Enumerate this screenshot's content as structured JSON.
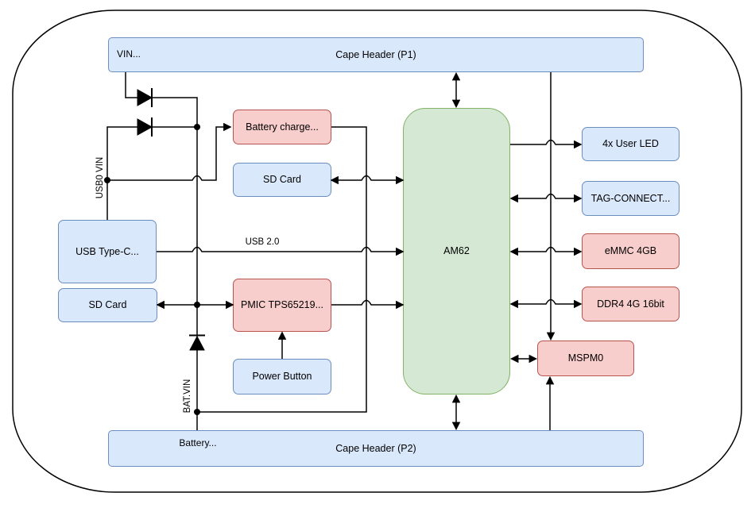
{
  "blocks": {
    "cape_header_p1": {
      "label": "Cape Header (P1)",
      "pin_label": "VIN...",
      "color": "blue"
    },
    "battery_charger": {
      "label": "Battery charge...",
      "color": "red"
    },
    "sd_card_upper": {
      "label": "SD Card",
      "color": "blue"
    },
    "usb_type_c": {
      "label": "USB Type-C...",
      "color": "blue"
    },
    "sd_card_left": {
      "label": "SD Card",
      "color": "blue"
    },
    "pmic": {
      "label": "PMIC TPS65219...",
      "color": "red"
    },
    "power_button": {
      "label": "Power Button",
      "color": "blue"
    },
    "am62": {
      "label": "AM62",
      "color": "green"
    },
    "user_led": {
      "label": "4x User LED",
      "color": "blue"
    },
    "tag_connect": {
      "label": "TAG-CONNECT...",
      "color": "blue"
    },
    "emmc": {
      "label": "eMMC 4GB",
      "color": "red"
    },
    "ddr4": {
      "label": "DDR4 4G 16bit",
      "color": "red"
    },
    "mspm0": {
      "label": "MSPM0",
      "color": "red"
    },
    "cape_header_p2": {
      "label": "Cape Header (P2)",
      "pin_label": "Battery...",
      "color": "blue"
    }
  },
  "net_labels": {
    "usb0_vin": "USB0 VIN",
    "bat_vin": "BAT.VIN",
    "usb2": "USB 2.0"
  },
  "colors": {
    "blue_fill": "#dae8fc",
    "blue_stroke": "#6c8ebf",
    "red_fill": "#f8cecc",
    "red_stroke": "#b85450",
    "green_fill": "#d5e8d4",
    "green_stroke": "#82b366",
    "wire": "#000000",
    "background": "#ffffff"
  },
  "connections": [
    {
      "from": "cape_header_p1",
      "to": "vin_node",
      "type": "diode"
    },
    {
      "from": "usb_type_c",
      "to": "vin_node",
      "type": "diode",
      "net": "USB0 VIN"
    },
    {
      "from": "usb_type_c",
      "to": "battery_charger",
      "type": "arrow",
      "net": "USB0 VIN"
    },
    {
      "from": "battery_charger",
      "to": "bat_vin_node",
      "type": "wire"
    },
    {
      "from": "bat_vin_node",
      "to": "vin_node",
      "type": "diode",
      "net": "BAT.VIN"
    },
    {
      "from": "bat_vin_node",
      "to": "cape_header_p2",
      "type": "wire",
      "net": "BAT.VIN"
    },
    {
      "from": "vin_node",
      "to": "pmic",
      "type": "arrow"
    },
    {
      "from": "sd_card_left",
      "to": "pmic",
      "type": "bidirectional"
    },
    {
      "from": "usb_type_c",
      "to": "am62",
      "type": "arrow",
      "label": "USB 2.0"
    },
    {
      "from": "sd_card_upper",
      "to": "am62",
      "type": "bidirectional"
    },
    {
      "from": "pmic",
      "to": "am62",
      "type": "arrow"
    },
    {
      "from": "power_button",
      "to": "pmic",
      "type": "arrow"
    },
    {
      "from": "cape_header_p1",
      "to": "am62",
      "type": "bidirectional"
    },
    {
      "from": "am62",
      "to": "cape_header_p2",
      "type": "bidirectional"
    },
    {
      "from": "am62",
      "to": "user_led",
      "type": "arrow"
    },
    {
      "from": "am62",
      "to": "tag_connect",
      "type": "bidirectional"
    },
    {
      "from": "am62",
      "to": "emmc",
      "type": "bidirectional"
    },
    {
      "from": "am62",
      "to": "ddr4",
      "type": "bidirectional"
    },
    {
      "from": "am62",
      "to": "mspm0",
      "type": "bidirectional"
    },
    {
      "from": "cape_header_p1",
      "to": "mspm0",
      "type": "arrow"
    },
    {
      "from": "cape_header_p2",
      "to": "mspm0",
      "type": "arrow"
    }
  ]
}
